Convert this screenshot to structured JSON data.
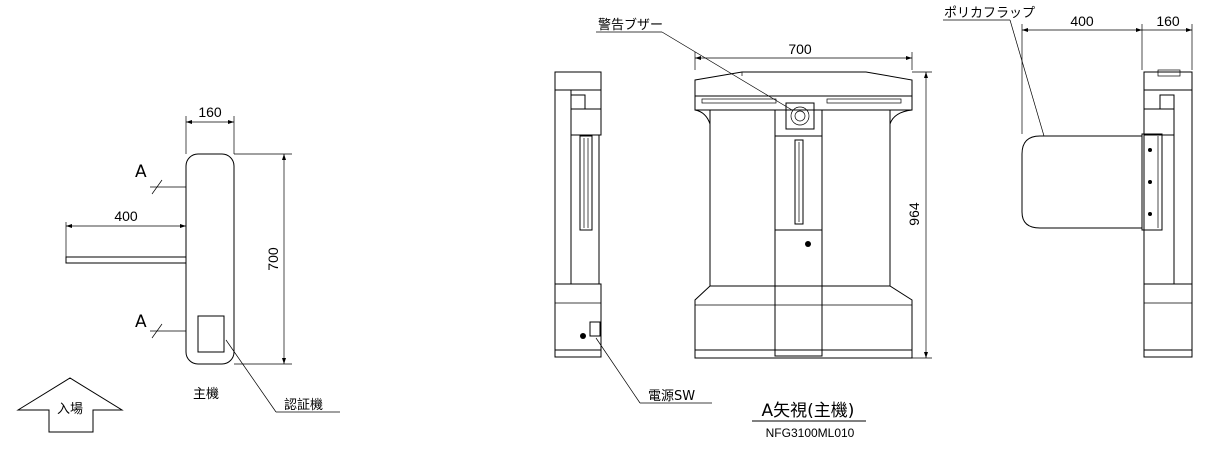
{
  "plan_view": {
    "width_dim": "160",
    "length_dim": "700",
    "arm_dim": "400",
    "section_mark_top": "A",
    "section_mark_bottom": "A",
    "unit_label": "主機",
    "reader_label": "認証機",
    "entry_label": "入場"
  },
  "front_view": {
    "buzzer_label": "警告ブザー",
    "width_dim": "700",
    "height_dim": "964",
    "power_label": "電源SW",
    "view_title": "A矢視(主機)",
    "drawing_number": "NFG3100ML010"
  },
  "side_view": {
    "flap_label": "ポリカフラップ",
    "flap_dim": "400",
    "depth_dim": "160"
  }
}
